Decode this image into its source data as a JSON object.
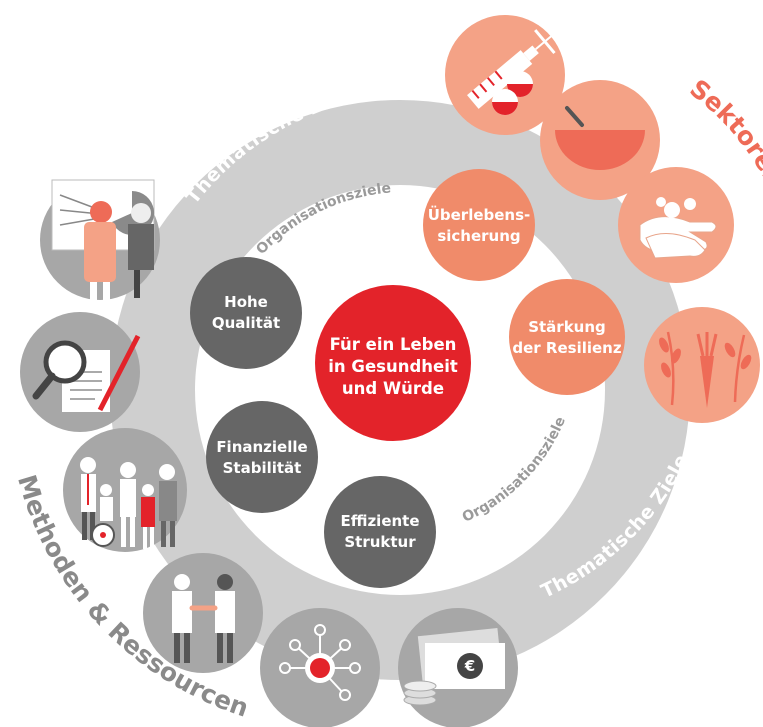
{
  "colors": {
    "outer_ring": "#cfcfcf",
    "dark_node": "#666666",
    "center": "#e3232a",
    "salmon_node": "#f08b6a",
    "sector_circle": "#f4a286",
    "resource_circle": "#a7a7a7",
    "sektoren_text": "#ee6b57",
    "methoden_text": "#8a8a8a",
    "inner_label": "#9a9a9a"
  },
  "ring_labels": {
    "thematische_ziele_top": "Thematische Ziele",
    "thematische_ziele_bottom": "Thematische Ziele",
    "organisationsziele_top": "Organisationsziele",
    "organisationsziele_bottom": "Organisationsziele"
  },
  "side_labels": {
    "sektoren": "Sektoren",
    "methoden": "Methoden & Ressourcen"
  },
  "center": {
    "lines": [
      "Für ein Leben",
      "in Gesundheit",
      "und Würde"
    ]
  },
  "org_nodes": [
    {
      "id": "hohe-qualitaet",
      "lines": [
        "Hohe",
        "Qualität"
      ]
    },
    {
      "id": "finanzielle-stabilitaet",
      "lines": [
        "Finanzielle",
        "Stabilität"
      ]
    },
    {
      "id": "effiziente-struktur",
      "lines": [
        "Effiziente",
        "Struktur"
      ]
    }
  ],
  "thematic_nodes": [
    {
      "id": "ueberlebenssicherung",
      "lines": [
        "Überlebens-",
        "sicherung"
      ]
    },
    {
      "id": "staerkung-resilienz",
      "lines": [
        "Stärkung",
        "der Resilienz"
      ]
    }
  ],
  "sector_icons": [
    "syringe-pill-icon",
    "food-bowl-icon",
    "hand-washing-icon",
    "crops-carrot-icon"
  ],
  "resource_icons": [
    "presentation-icon",
    "document-magnifier-icon",
    "people-group-icon",
    "handshake-icon",
    "network-icon",
    "money-euro-icon"
  ],
  "money_symbol": "€"
}
